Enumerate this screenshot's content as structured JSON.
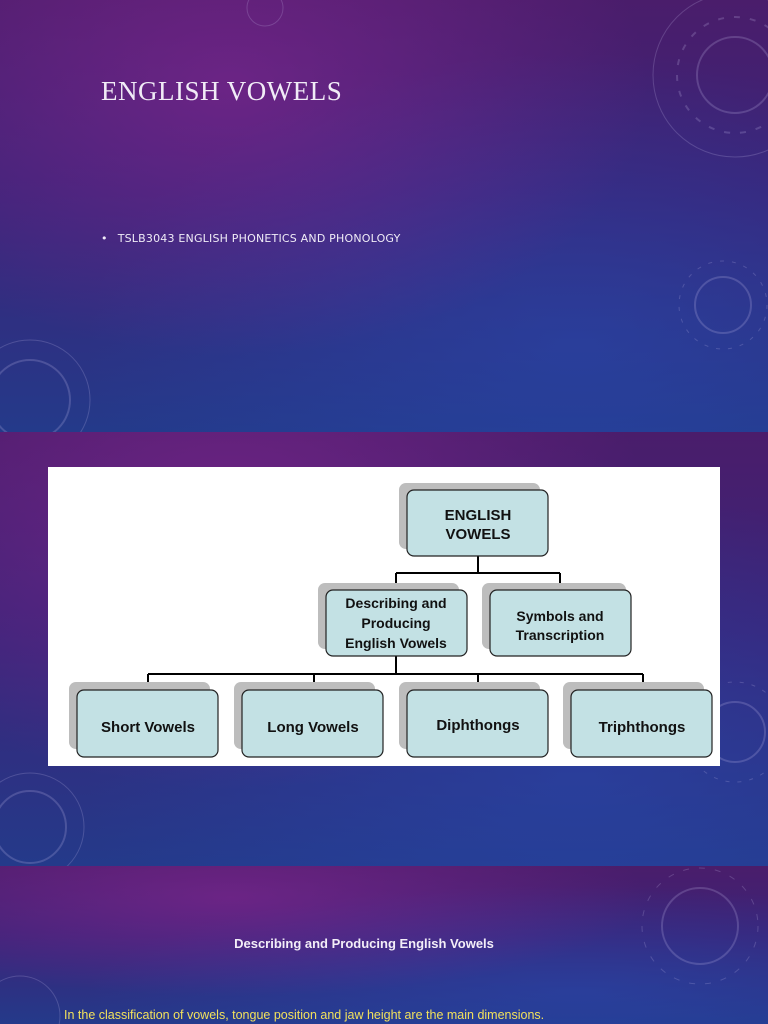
{
  "slide1": {
    "title": "ENGLISH VOWELS",
    "bullets": [
      "TSLB3043 ENGLISH PHONETICS AND PHONOLOGY"
    ]
  },
  "slide2": {
    "diagram": {
      "root": "ENGLISH VOWELS",
      "level2": [
        "Describing and Producing English Vowels",
        "Symbols and Transcription"
      ],
      "level3": [
        "Short Vowels",
        "Long Vowels",
        "Diphthongs",
        "Triphthongs"
      ]
    }
  },
  "slide3": {
    "heading": "Describing and Producing English Vowels",
    "body": "In the classification of vowels, tongue position and jaw height are the main dimensions."
  },
  "colors": {
    "node_fill": "#c3e1e4",
    "node_shadow": "#bdbdbd",
    "body_text_accent": "#f2e15c"
  }
}
